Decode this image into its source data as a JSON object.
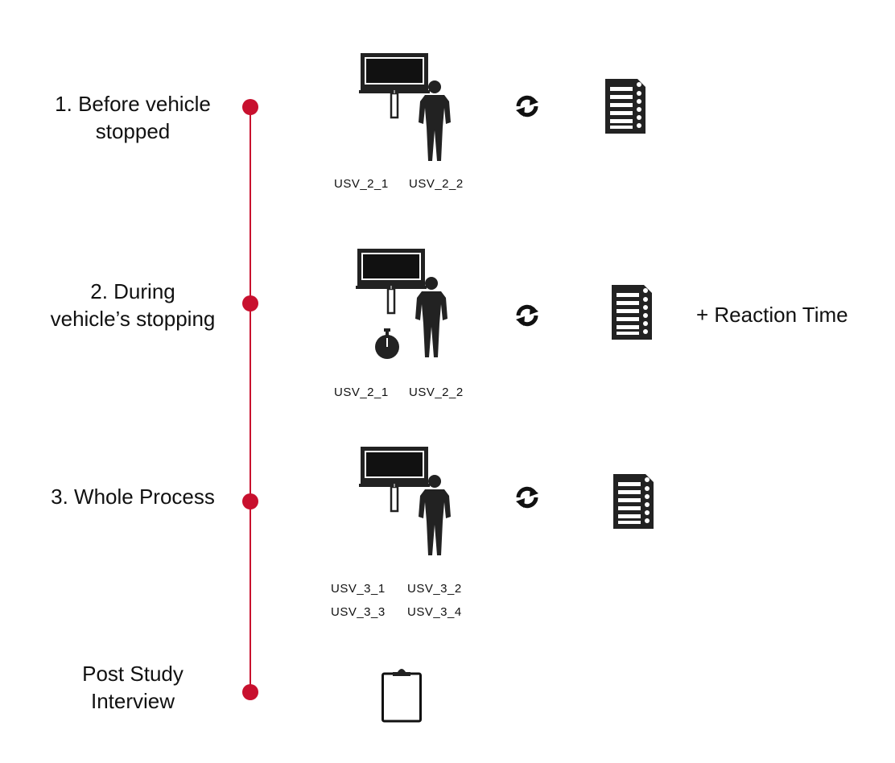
{
  "colors": {
    "accent": "#c8102e",
    "icon": "#222222"
  },
  "steps": [
    {
      "label_line1": "1. Before vehicle",
      "label_line2": "stopped",
      "codes": [
        "USV_2_1",
        "USV_2_2"
      ],
      "icons": [
        "billboard-icon",
        "person-icon",
        "refresh-icon",
        "questionnaire-icon"
      ]
    },
    {
      "label_line1": "2. During",
      "label_line2": "vehicle’s stopping",
      "codes": [
        "USV_2_1",
        "USV_2_2"
      ],
      "extra": "+ Reaction Time",
      "icons": [
        "billboard-icon",
        "person-icon",
        "stopwatch-icon",
        "refresh-icon",
        "questionnaire-icon"
      ]
    },
    {
      "label_line1": "3. Whole Process",
      "label_line2": "",
      "codes": [
        "USV_3_1",
        "USV_3_2",
        "USV_3_3",
        "USV_3_4"
      ],
      "icons": [
        "billboard-icon",
        "person-icon",
        "refresh-icon",
        "questionnaire-icon"
      ]
    },
    {
      "label_line1": "Post Study",
      "label_line2": "Interview",
      "icons": [
        "clipboard-icon"
      ]
    }
  ]
}
